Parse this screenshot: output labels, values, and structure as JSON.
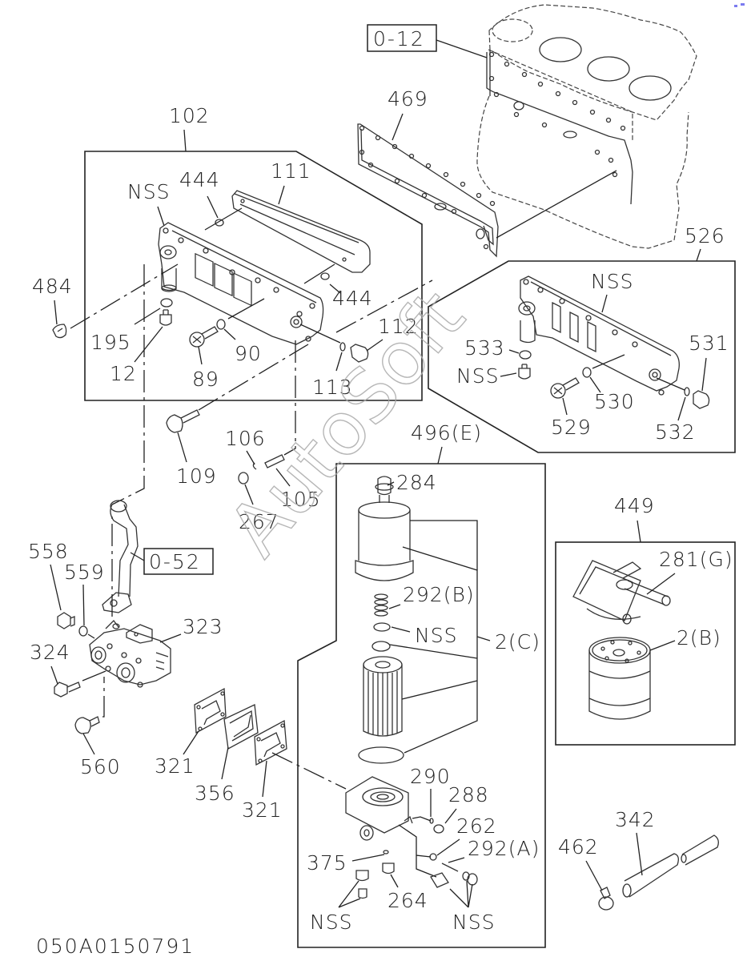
{
  "diagram": {
    "drawing_code": "050A0150791",
    "watermark": "AutoSoft",
    "reference_boxes": [
      {
        "id": "ref-0-12",
        "label": "0-12"
      },
      {
        "id": "ref-0-52",
        "label": "0-52"
      }
    ],
    "groups": [
      {
        "id": "102",
        "label": "102"
      },
      {
        "id": "526",
        "label": "526"
      },
      {
        "id": "496E",
        "label": "496(E)"
      },
      {
        "id": "449",
        "label": "449"
      }
    ],
    "callouts": {
      "c469": "469",
      "c111": "111",
      "c444a": "444",
      "c444b": "444",
      "cNSS1": "NSS",
      "c484": "484",
      "c195": "195",
      "c12": "12",
      "c89": "89",
      "c90": "90",
      "c112": "112",
      "c113": "113",
      "c109": "109",
      "c106": "106",
      "c105": "105",
      "c267": "267",
      "cNSS2": "NSS",
      "c533": "533",
      "cNSS3": "NSS",
      "c531": "531",
      "c530": "530",
      "c529": "529",
      "c532": "532",
      "c284": "284",
      "c292B": "292(B)",
      "cNSS4": "NSS",
      "c2C": "2(C)",
      "c281G": "281(G)",
      "c2B": "2(B)",
      "c558": "558",
      "c559": "559",
      "c323": "323",
      "c324": "324",
      "c560": "560",
      "c321a": "321",
      "c356": "356",
      "c321b": "321",
      "c290": "290",
      "c288": "288",
      "c262": "262",
      "c292A": "292(A)",
      "c375": "375",
      "c264": "264",
      "cNSS5": "NSS",
      "cNSS6": "NSS",
      "c342": "342",
      "c462": "462"
    },
    "colors": {
      "line": "#222222",
      "watermark": "#aaaaaa",
      "corner_mark": "#7b7bf0"
    }
  }
}
